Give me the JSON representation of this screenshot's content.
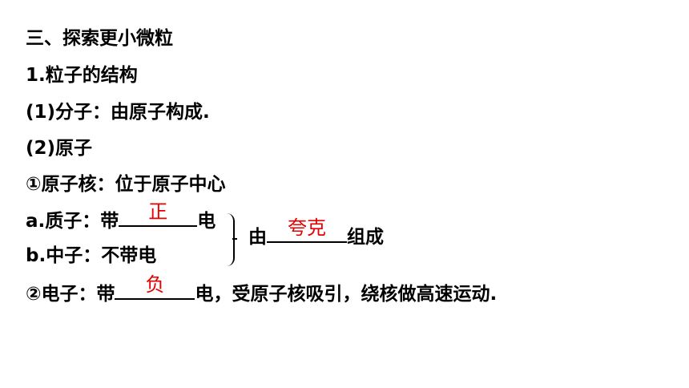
{
  "heading": "三、探索更小微粒",
  "section_1": "1.粒子的结构",
  "molecule": "(1)分子：由原子构成.",
  "atom": "(2)原子",
  "nucleus": "①原子核：位于原子中心",
  "proton": {
    "prefix": "a.质子：带",
    "answer": "正",
    "suffix": "电"
  },
  "neutron": "b.中子：不带电",
  "composition": {
    "prefix": "由",
    "answer": "夸克",
    "suffix": "组成"
  },
  "electron": {
    "prefix": "②电子：带",
    "answer": "负",
    "suffix": "电，受原子核吸引，绕核做高速运动."
  }
}
